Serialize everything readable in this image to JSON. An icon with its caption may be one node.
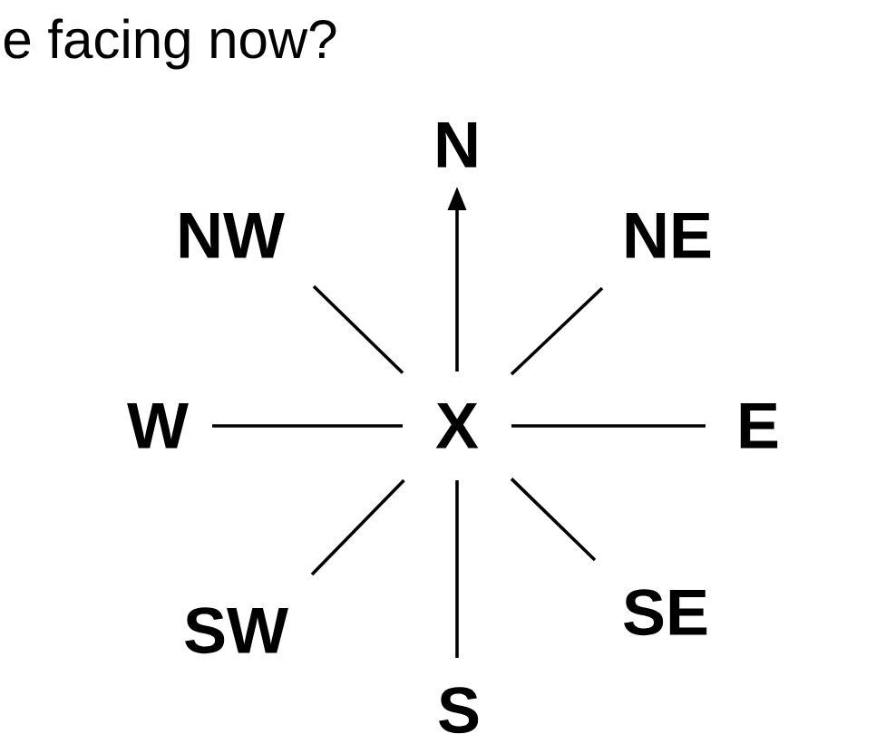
{
  "diagram": {
    "nodes": [
      {
        "text": [
          "N"
        ]
      },
      {
        "text": [
          "NW"
        ]
      },
      {
        "text": [
          "NE"
        ]
      },
      {
        "text": [
          "W"
        ]
      },
      {
        "text": [
          "X"
        ]
      },
      {
        "text": [
          "E"
        ]
      },
      {
        "text": [
          "SW"
        ]
      },
      {
        "text": [
          "SE"
        ]
      },
      {
        "text": [
          "S"
        ]
      }
    ],
    "edges": [
      {
        "from": 4,
        "to": 0,
        "arrow": "to"
      },
      {
        "from": 4,
        "to": 1,
        "arrow": "none"
      },
      {
        "from": 4,
        "to": 2,
        "arrow": "none"
      },
      {
        "from": 4,
        "to": 3,
        "arrow": "none"
      },
      {
        "from": 4,
        "to": 5,
        "arrow": "none"
      },
      {
        "from": 4,
        "to": 6,
        "arrow": "none"
      },
      {
        "from": 4,
        "to": 7,
        "arrow": "none"
      },
      {
        "from": 4,
        "to": 8,
        "arrow": "none"
      }
    ],
    "labels": [
      "e facing now?"
    ]
  }
}
